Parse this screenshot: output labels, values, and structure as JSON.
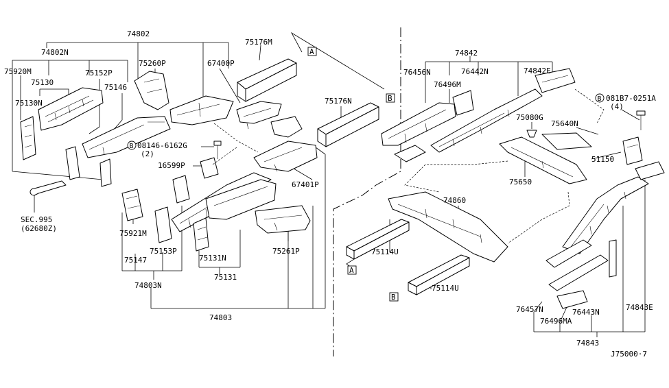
{
  "diagram_code": "J75000·7",
  "parts": {
    "p74802": "74802",
    "p74802N": "74802N",
    "p75920M": "75920M",
    "p75130": "75130",
    "p75130N": "75130N",
    "p75152P": "75152P",
    "p75146": "75146",
    "p75260P": "75260P",
    "p75176M": "75176M",
    "p67400P": "67400P",
    "p75176N": "75176N",
    "p08146": "08146-6162G",
    "p08146_qty": "(2)",
    "p16599P": "16599P",
    "p67401P": "67401P",
    "sec995": "SEC.995",
    "sec995_ref": "(62680Z)",
    "p75921M": "75921M",
    "p75147": "75147",
    "p75153P": "75153P",
    "p75131N": "75131N",
    "p75131": "75131",
    "p75261P": "75261P",
    "p74803N": "74803N",
    "p74803": "74803",
    "p74842": "74842",
    "p76456N": "76456N",
    "p76442N": "76442N",
    "p74842E": "74842E",
    "p76496M": "76496M",
    "p081B7": "081B7-0251A",
    "p081B7_qty": "(4)",
    "p75080G": "75080G",
    "p75640N": "75640N",
    "p51150": "51150",
    "p75650": "75650",
    "p74860": "74860",
    "p75114U_a": "75114U",
    "p75114U_b": "75114U",
    "p76457N": "76457N",
    "p76443N": "76443N",
    "p74843E": "74843E",
    "p76496MA": "76496MA",
    "p74843": "74843"
  },
  "markers": {
    "A_top": "A",
    "B_top": "B",
    "A_bottom": "A",
    "B_bottom": "B",
    "bolt_B1": "B",
    "bolt_B2": "B"
  }
}
